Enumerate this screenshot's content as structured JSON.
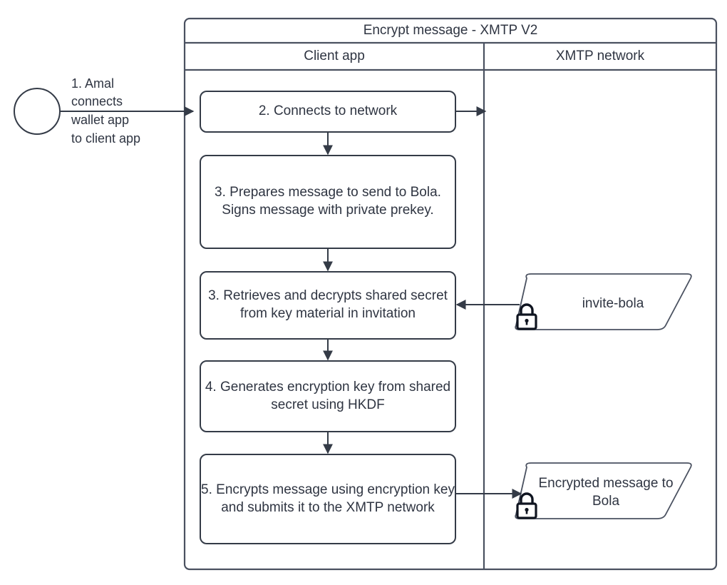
{
  "diagram": {
    "title": "Encrypt message - XMTP V2",
    "type": "swimlane-flowchart",
    "colors": {
      "stroke": "#343b47",
      "lane_stroke": "#4a5160",
      "text": "#2f3542",
      "background": "#ffffff",
      "shape_fill": "#ffffff"
    },
    "lanes": [
      {
        "id": "client-app",
        "label": "Client app"
      },
      {
        "id": "xmtp-network",
        "label": "XMTP network"
      }
    ],
    "start_node": {
      "name": "start-circle",
      "shape": "circle",
      "label": ""
    },
    "start_label": "1. Amal\nconnects\nwallet app\nto client app",
    "steps": [
      {
        "id": "step-2",
        "number": "2",
        "text": "2. Connects to network"
      },
      {
        "id": "step-3a",
        "number": "3",
        "text": "3. Prepares message to send to Bola. Signs message with private prekey."
      },
      {
        "id": "step-3b",
        "number": "3",
        "text": "3. Retrieves and decrypts shared secret from key material in invitation"
      },
      {
        "id": "step-4",
        "number": "4",
        "text": "4. Generates encryption key from shared secret using HKDF"
      },
      {
        "id": "step-5",
        "number": "5",
        "text": "5. Encrypts message using encryption key and submits it to the XMTP network"
      }
    ],
    "data_objects": [
      {
        "id": "invite-bola",
        "label": "invite-bola",
        "icon": "lock-icon",
        "shape": "parallelogram"
      },
      {
        "id": "encrypted-message",
        "label": "Encrypted message to Bola",
        "icon": "lock-icon",
        "shape": "parallelogram"
      }
    ],
    "connectors": [
      {
        "from": "start-circle",
        "to": "step-2",
        "direction": "right",
        "labelled": true
      },
      {
        "from": "step-2",
        "to": "xmtp-network-lane",
        "direction": "right"
      },
      {
        "from": "step-2",
        "to": "step-3a",
        "direction": "down"
      },
      {
        "from": "step-3a",
        "to": "step-3b",
        "direction": "down"
      },
      {
        "from": "invite-bola",
        "to": "step-3b",
        "direction": "left"
      },
      {
        "from": "step-3b",
        "to": "step-4",
        "direction": "down"
      },
      {
        "from": "step-4",
        "to": "step-5",
        "direction": "down"
      },
      {
        "from": "step-5",
        "to": "encrypted-message",
        "direction": "right"
      }
    ]
  }
}
